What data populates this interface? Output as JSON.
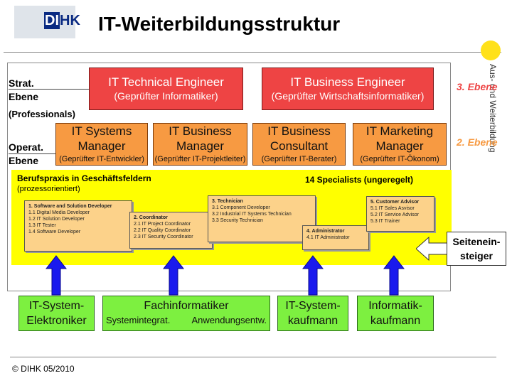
{
  "logo": {
    "text_di": "DI",
    "text_hk": "HK"
  },
  "title": "IT-Weiterbildungsstruktur",
  "side_text": "Aus- und Weiterbildung",
  "levels": {
    "strat_line1": "Strat.",
    "strat_line2": "Ebene",
    "professionals": "(Professionals)",
    "operat_line1": "Operat.",
    "operat_line2": "Ebene"
  },
  "ebene": {
    "third": "3. Ebene",
    "second": "2. Ebene",
    "color_third": "#ee4444",
    "color_second": "#f79a42"
  },
  "strategic_boxes": [
    {
      "title": "IT Technical Engineer",
      "subtitle": "(Geprüfter Informatiker)"
    },
    {
      "title": "IT Business Engineer",
      "subtitle": "(Geprüfter Wirtschaftsinformatiker)"
    }
  ],
  "operative_boxes": [
    {
      "title_line1": "IT Systems",
      "title_line2": "Manager",
      "subtitle": "(Geprüfter IT-Entwickler)"
    },
    {
      "title_line1": "IT Business",
      "title_line2": "Manager",
      "subtitle": "(Geprüfter IT-Projektleiter)"
    },
    {
      "title_line1": "IT Business",
      "title_line2": "Consultant",
      "subtitle": "(Geprüfter IT-Berater)"
    },
    {
      "title_line1": "IT Marketing",
      "title_line2": "Manager",
      "subtitle": "(Geprüfter IT-Ökonom)"
    }
  ],
  "berufspraxis": {
    "title": "Berufspraxis in Geschäftsfeldern",
    "subtitle": "(prozessorientiert)",
    "specialists": "14 Specialists (ungeregelt)"
  },
  "specialist_groups": [
    {
      "head": "1. Software and Solution Developer",
      "items": [
        "1.1 Digital Media Developer",
        "1.2 IT Solution Developer",
        "1.3 IT Tester",
        "1.4 Software Developer"
      ]
    },
    {
      "head": "2. Coordinator",
      "items": [
        "2.1 IT Project Coordinator",
        "2.2 IT Quality Coordinator",
        "2.3 IT Security Coordinator"
      ]
    },
    {
      "head": "3. Technician",
      "items": [
        "3.1 Component Developer",
        "3.2 Industrial IT Systems Technician",
        "3.3 Security Technician"
      ]
    },
    {
      "head": "4. Administrator",
      "items": [
        "4.1 IT Administrator"
      ]
    },
    {
      "head": "5. Customer Advisor",
      "items": [
        "5.1 IT Sales Asvisor",
        "5.2 IT Service Advisor",
        "5.3 IT Trainer"
      ]
    }
  ],
  "seiteneinsteiger": {
    "line1": "Seitenein-",
    "line2": "steiger"
  },
  "entry_boxes": [
    {
      "line1": "IT-System-",
      "line2": "Elektroniker"
    },
    {
      "title": "Fachinformatiker",
      "sub_left": "Systemintegrat.",
      "sub_right": "Anwendungsentw."
    },
    {
      "line1": "IT-System-",
      "line2": "kaufmann"
    },
    {
      "line1": "Informatik-",
      "line2": "kaufmann"
    }
  ],
  "copyright": "© DIHK 05/2010"
}
